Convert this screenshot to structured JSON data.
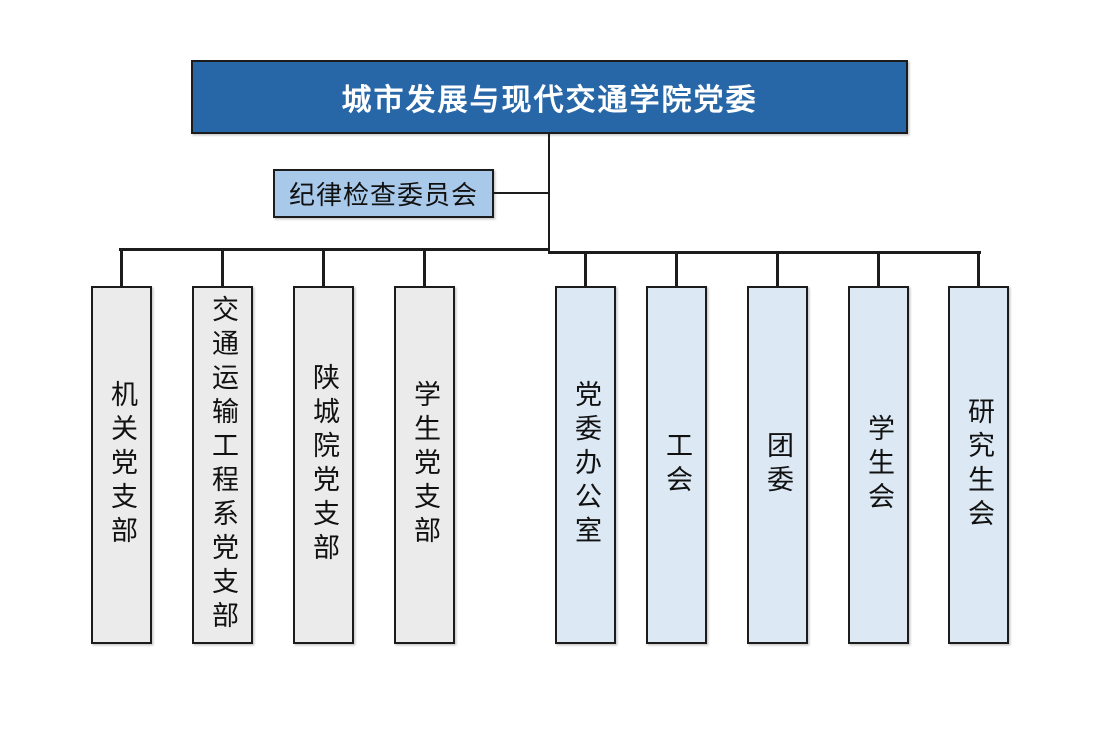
{
  "org": {
    "root_label": "城市发展与现代交通学院党委",
    "side_label": "纪律检查委员会",
    "children": [
      {
        "label": "机关党支部",
        "group": "gray"
      },
      {
        "label": "交通运输工程系党支部",
        "group": "gray"
      },
      {
        "label": "陕城院党支部",
        "group": "gray"
      },
      {
        "label": "学生党支部",
        "group": "gray"
      },
      {
        "label": "党委办公室",
        "group": "blue"
      },
      {
        "label": "工会",
        "group": "blue"
      },
      {
        "label": "团委",
        "group": "blue"
      },
      {
        "label": "学生会",
        "group": "blue"
      },
      {
        "label": "研究生会",
        "group": "blue"
      }
    ],
    "colors": {
      "root_fill": "#2867A7",
      "root_text": "#FFFFFF",
      "side_fill": "#A9C9EB",
      "gray_fill": "#EBEBEB",
      "blue_fill": "#DCE9F5",
      "line": "#1C1C1C"
    }
  }
}
